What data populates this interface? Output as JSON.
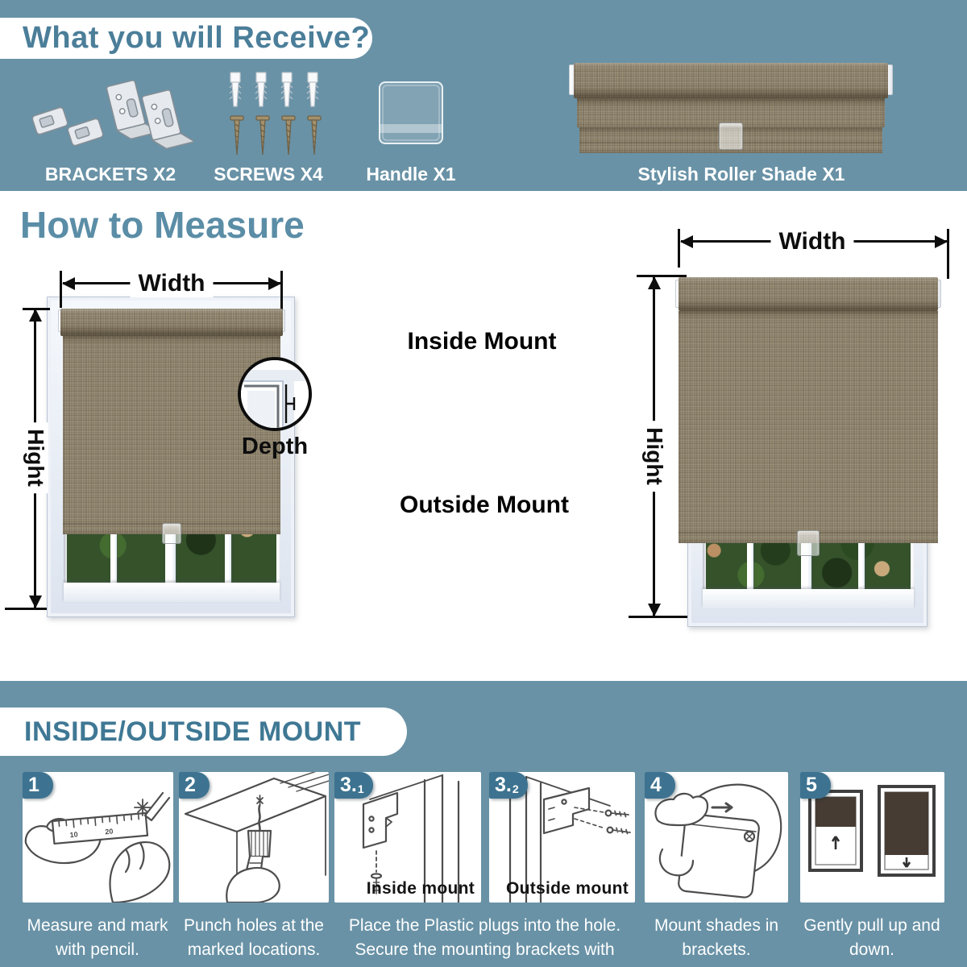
{
  "colors": {
    "background_blue": "#6992a6",
    "heading_teal": "#4b7e99",
    "subheading_teal": "#5b8da6",
    "mount_title_teal": "#3f7894",
    "badge_teal": "#3d7390",
    "fabric_taupe": "#8c8169",
    "step5_shade_brown": "#463c33",
    "caption_white": "#ffffff",
    "dimension_black": "#0d0d0d"
  },
  "receive": {
    "title": "What you will Receive?",
    "items": [
      {
        "icon": "brackets-icon",
        "label": "BRACKETS X2"
      },
      {
        "icon": "screws-icon",
        "label": "SCREWS X4"
      },
      {
        "icon": "handle-icon",
        "label": "Handle X1"
      },
      {
        "icon": "roller-shade-icon",
        "label": "Stylish Roller Shade X1"
      }
    ]
  },
  "measure": {
    "title": "How to Measure",
    "inside_label": "Inside Mount",
    "outside_label": "Outside Mount",
    "inside_diagram": {
      "width": "Width",
      "height": "Hight",
      "depth": "Depth"
    },
    "outside_diagram": {
      "width": "Width",
      "height": "Hight"
    }
  },
  "mount": {
    "title": "INSIDE/OUTSIDE MOUNT",
    "steps": [
      {
        "badge": "1",
        "badge_sub": "",
        "caption_line1": "Measure and mark",
        "caption_line2": "with pencil."
      },
      {
        "badge": "2",
        "badge_sub": "",
        "caption_line1": "Punch holes at the",
        "caption_line2": "marked locations."
      },
      {
        "badge": "3.",
        "badge_sub": "1",
        "inner_label": "Inside mount"
      },
      {
        "badge": "3.",
        "badge_sub": "2",
        "inner_label": "Outside mount"
      },
      {
        "badge": "4",
        "badge_sub": "",
        "caption_line1": "Mount shades in",
        "caption_line2": "brackets."
      },
      {
        "badge": "5",
        "badge_sub": "",
        "caption_line1": "Gently pull up and",
        "caption_line2": "down."
      }
    ],
    "steps3_caption_line1": "Place the Plastic plugs into the hole.",
    "steps3_caption_line2": "Secure the mounting brackets with screws."
  }
}
